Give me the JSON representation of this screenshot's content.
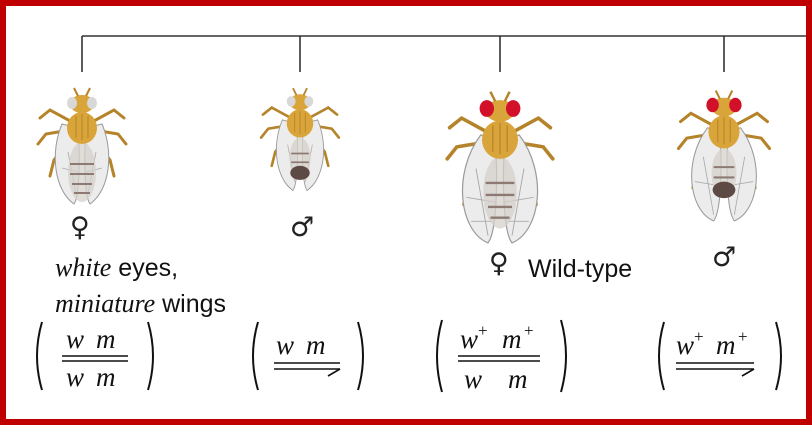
{
  "colors": {
    "frame": "#c00000",
    "body": "#d9a53a",
    "wing": "#ececec",
    "red_eye": "#d3102a",
    "white_eye": "#d8d8d8"
  },
  "flies": [
    {
      "id": "f1",
      "sex_symbol": "♀",
      "eye": "white",
      "wings": "miniature"
    },
    {
      "id": "f2",
      "sex_symbol": "♂",
      "eye": "white",
      "wings": "miniature"
    },
    {
      "id": "f3",
      "sex_symbol": "♀",
      "eye": "red",
      "wings": "normal"
    },
    {
      "id": "f4",
      "sex_symbol": "♂",
      "eye": "red",
      "wings": "normal"
    }
  ],
  "captions": {
    "white_italic": "white",
    "eyes_text": " eyes,",
    "miniature_italic": "miniature",
    "wings_text": " wings",
    "wild_type": "Wild-type"
  },
  "genotypes": [
    {
      "top_a": "w",
      "top_b": "m",
      "bottom_a": "w",
      "bottom_b": "m",
      "type": "double"
    },
    {
      "top_a": "w",
      "top_b": "m",
      "type": "y"
    },
    {
      "top_a": "w",
      "top_a_sup": "+",
      "top_b": "m",
      "top_b_sup": "+",
      "bottom_a": "w",
      "bottom_b": "m",
      "type": "double"
    },
    {
      "top_a": "w",
      "top_a_sup": "+",
      "top_b": "m",
      "top_b_sup": "+",
      "type": "y"
    }
  ]
}
